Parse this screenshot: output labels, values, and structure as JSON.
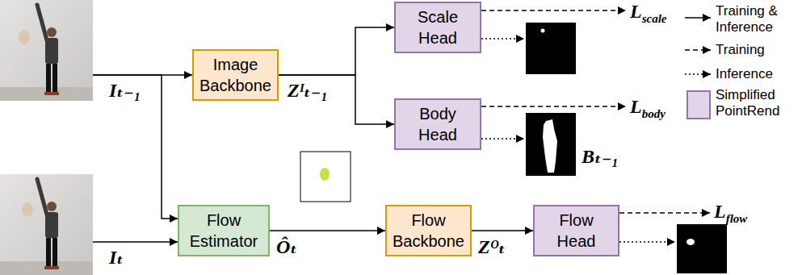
{
  "diagram": {
    "nodes": [
      {
        "text": [
          "Iₜ₋₁"
        ]
      },
      {
        "text": [
          "Image Backbone"
        ]
      },
      {
        "text": [
          "Scale Head"
        ]
      },
      {
        "text": [
          "Body Head"
        ]
      },
      {
        "text": [
          "Iₜ"
        ]
      },
      {
        "text": [
          "Flow Estimator"
        ]
      },
      {
        "text": [
          "Flow Backbone"
        ]
      },
      {
        "text": [
          "Flow Head"
        ]
      }
    ],
    "edges": [
      {
        "from": 0,
        "to": 1,
        "arrow": "to"
      },
      {
        "from": 0,
        "to": 5,
        "arrow": "to"
      },
      {
        "from": 1,
        "to": 2,
        "arrow": "to"
      },
      {
        "from": 1,
        "to": 3,
        "arrow": "to"
      },
      {
        "from": 4,
        "to": 5,
        "arrow": "to"
      },
      {
        "from": 5,
        "to": 6,
        "arrow": "to"
      },
      {
        "from": 6,
        "to": 7,
        "arrow": "to"
      }
    ],
    "labels": [
      "Zᴵₜ₋₁",
      "Ôₜ",
      "Zᴼₜ",
      "Lscale",
      "Lbody",
      "Bₜ₋₁",
      "Lflow"
    ],
    "legend": [
      {
        "text": "Training & Inference"
      },
      {
        "text": "Training"
      },
      {
        "text": "Inference"
      },
      {
        "text": "Simplified PointRend",
        "color": "#e1d5e7"
      }
    ]
  }
}
